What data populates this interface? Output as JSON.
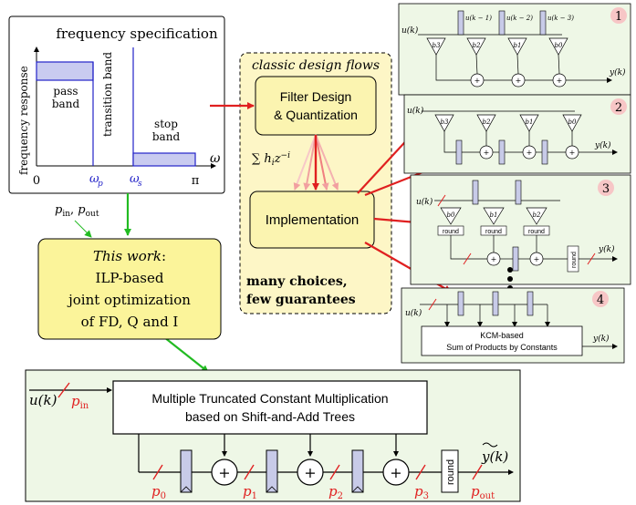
{
  "freq_spec": {
    "title": "frequency specification",
    "ylabel": "frequency response",
    "omega": "ω",
    "pass": [
      "pass",
      "band"
    ],
    "transition": "transition band",
    "stop": [
      "stop",
      "band"
    ],
    "x_zero": "0",
    "x_wp": "ω",
    "x_wp_sub": "p",
    "x_ws": "ω",
    "x_ws_sub": "s",
    "x_pi": "π"
  },
  "params": {
    "p1": "p",
    "p1_sub": "in",
    "sep": ", ",
    "p2": "p",
    "p2_sub": "out"
  },
  "classic": {
    "title": "classic design flows",
    "fdq": [
      "Filter Design",
      "& Quantization"
    ],
    "sum_expr": "∑ h",
    "sum_sub": "i",
    "sum_z": "z",
    "sum_sup": "−i",
    "impl": "Implementation",
    "choices": [
      "many choices,",
      "few guarantees"
    ]
  },
  "this_work": {
    "title": "This work",
    "colon": ":",
    "lines": [
      "ILP-based",
      "joint optimization",
      "of FD, Q and I"
    ]
  },
  "bottom": {
    "input": "u(k)",
    "p_in": "p",
    "p_in_sub": "in",
    "box_lines": [
      "Multiple Truncated Constant Multiplication",
      "based on Shift-and-Add Trees"
    ],
    "plus": "+",
    "p_labels": [
      "p",
      "p",
      "p",
      "p"
    ],
    "p_subs": [
      "0",
      "1",
      "2",
      "3"
    ],
    "round": "round",
    "output": "y(k)",
    "p_out": "p",
    "p_out_sub": "out"
  },
  "panel1": {
    "badge": "1",
    "input": "u(k)",
    "output": "y(k)",
    "delays": [
      "u(k − 1)",
      "u(k − 2)",
      "u(k − 3)"
    ],
    "coeffs": [
      "b3",
      "b2",
      "b1",
      "b0"
    ]
  },
  "panel2": {
    "badge": "2",
    "input": "u(k)",
    "output": "y(k)",
    "coeffs": [
      "b3",
      "b2",
      "b1",
      "b0"
    ]
  },
  "panel3": {
    "badge": "3",
    "input": "u(k)",
    "output": "y(k)",
    "coeffs": [
      "b0",
      "b1",
      "b2"
    ],
    "round": "round"
  },
  "panel4": {
    "badge": "4",
    "input": "u(k)",
    "output": "y(k)",
    "box": [
      "KCM-based",
      "Sum of Products by Constants"
    ]
  },
  "colors": {
    "green_bg": "#eef7e6",
    "yellow_bg": "#fdf6c6",
    "this_work_bg": "#fbf49a",
    "blue": "#2323c8",
    "red": "#e02020",
    "green_arrow": "#22bb22",
    "reg_fill": "#c8cbe8",
    "badge_bg": "#f7c6c6"
  }
}
